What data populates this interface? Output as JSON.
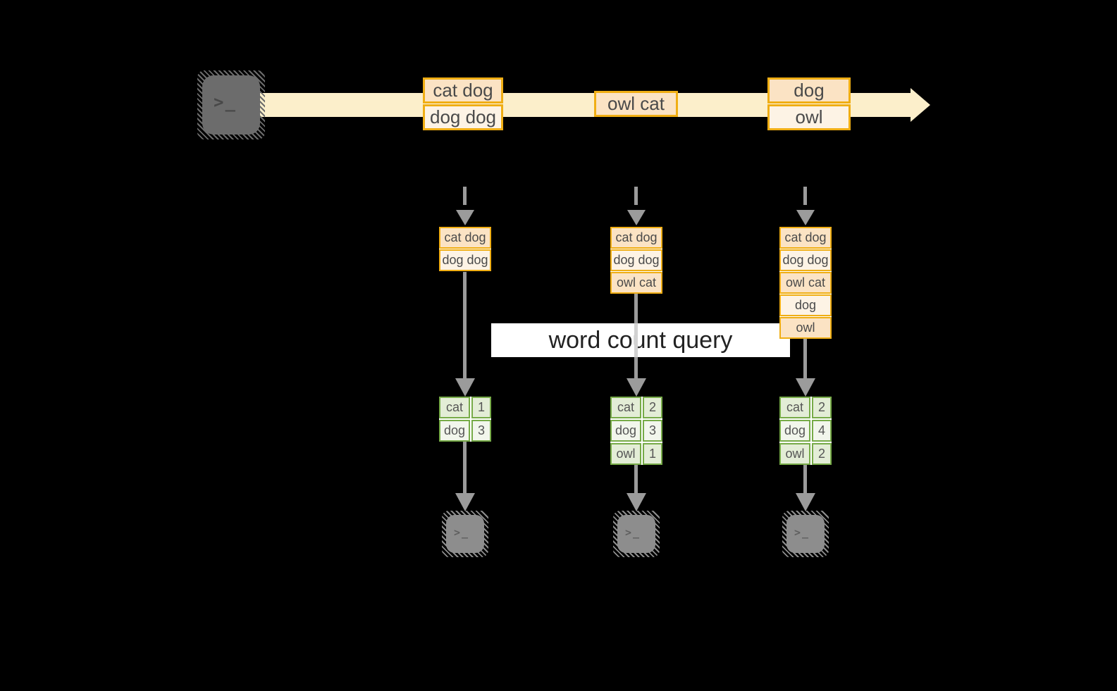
{
  "title": "streaming word count query diagram",
  "colors": {
    "background": "#000000",
    "stream_band": "#fcefcb",
    "box_border": "#f0ae14",
    "box_fill_dark": "#fbe3c4",
    "box_fill_light": "#fdf3e5",
    "table_border": "#77ab48",
    "table_fill_dark": "#e3edd6",
    "table_fill_light": "#f2f6ec",
    "arrow_gray": "#9b9b9b",
    "terminal_dark": "#6c6c6c",
    "terminal_light": "#8d8d8d",
    "banner_bg": "#ffffff",
    "banner_text": "#222222",
    "text_dark": "#4a4a4a"
  },
  "icons": {
    "terminal_glyph": ">_"
  },
  "banner": {
    "label": "word count query"
  },
  "stream": {
    "batches": [
      {
        "lines": [
          "cat dog",
          "dog dog"
        ]
      },
      {
        "lines": [
          "owl cat"
        ]
      },
      {
        "lines": [
          "dog",
          "owl"
        ]
      }
    ]
  },
  "columns": [
    {
      "state": [
        "cat dog",
        "dog dog"
      ],
      "counts": [
        {
          "word": "cat",
          "count": 1
        },
        {
          "word": "dog",
          "count": 3
        }
      ]
    },
    {
      "state": [
        "cat dog",
        "dog dog",
        "owl cat"
      ],
      "counts": [
        {
          "word": "cat",
          "count": 2
        },
        {
          "word": "dog",
          "count": 3
        },
        {
          "word": "owl",
          "count": 1
        }
      ]
    },
    {
      "state": [
        "cat dog",
        "dog dog",
        "owl cat",
        "dog",
        "owl"
      ],
      "counts": [
        {
          "word": "cat",
          "count": 2
        },
        {
          "word": "dog",
          "count": 4
        },
        {
          "word": "owl",
          "count": 2
        }
      ]
    }
  ]
}
